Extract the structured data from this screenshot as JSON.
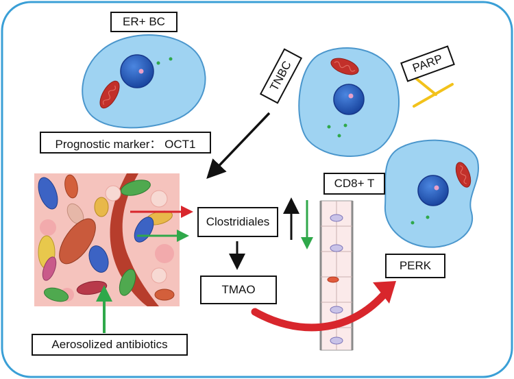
{
  "labels": {
    "er_bc": "ER+ BC",
    "prognostic_marker": "Prognostic marker： OCT1",
    "tnbc": "TNBC",
    "parp": "PARP",
    "cd8_t": "CD8+ T",
    "clostridiales": "Clostridiales",
    "tmao": "TMAO",
    "perk": "PERK",
    "aerosolized_antibiotics": "Aerosolized antibiotics"
  },
  "colors": {
    "frame": "#3a9fd6",
    "cell_fill": "#9fd3f2",
    "cell_stroke": "#4a96cc",
    "nucleus": "#1f57b5",
    "mitochondria": "#c2302a",
    "inhibit": "#f2c21b",
    "red_arrow": "#d8262c",
    "green_arrow": "#2fa84a",
    "black_arrow": "#111111",
    "gut_bg": "#f5c3bd"
  }
}
